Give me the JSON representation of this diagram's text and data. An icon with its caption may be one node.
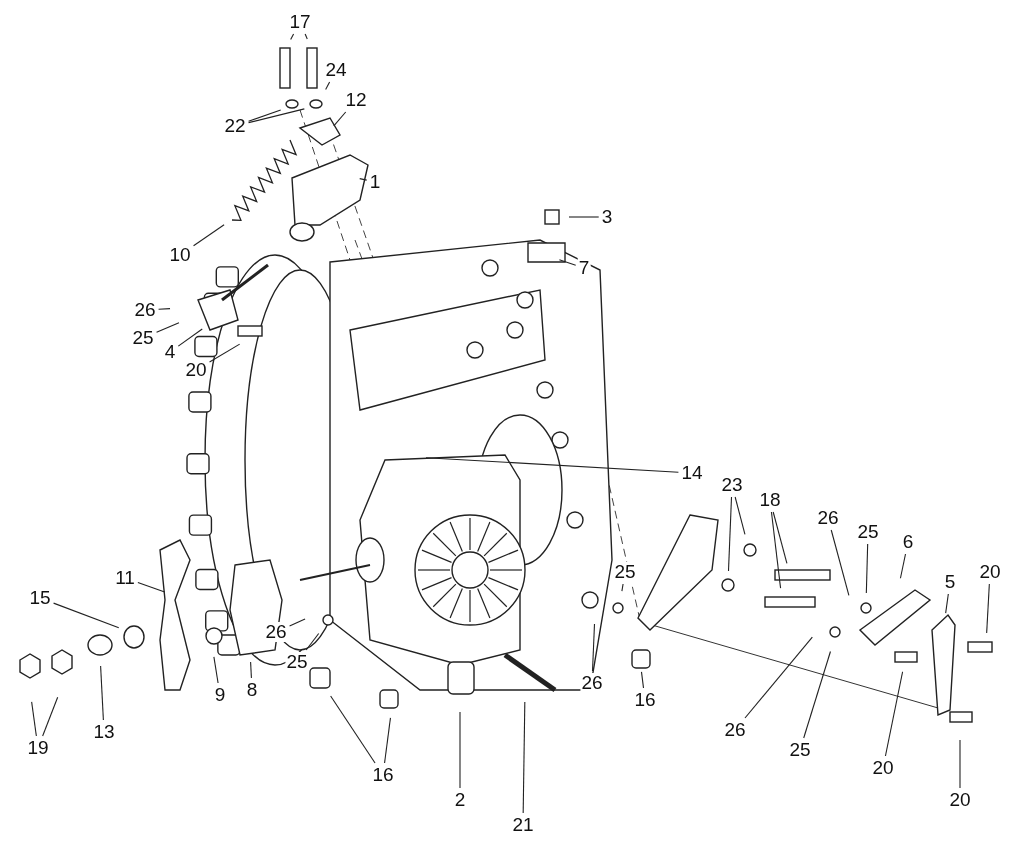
{
  "diagram": {
    "nodes": [
      {
        "text": [
          "17"
        ]
      },
      {
        "text": [
          "24"
        ]
      },
      {
        "text": [
          "12"
        ]
      },
      {
        "text": [
          "22"
        ]
      },
      {
        "text": [
          "1"
        ]
      },
      {
        "text": [
          "3"
        ]
      },
      {
        "text": [
          "10"
        ]
      },
      {
        "text": [
          "7"
        ]
      },
      {
        "text": [
          "26"
        ]
      },
      {
        "text": [
          "25"
        ]
      },
      {
        "text": [
          "4"
        ]
      },
      {
        "text": [
          "20"
        ]
      },
      {
        "text": [
          "14"
        ]
      },
      {
        "text": [
          "23"
        ]
      },
      {
        "text": [
          "18"
        ]
      },
      {
        "text": [
          "26"
        ]
      },
      {
        "text": [
          "25"
        ]
      },
      {
        "text": [
          "6"
        ]
      },
      {
        "text": [
          "20"
        ]
      },
      {
        "text": [
          "25"
        ]
      },
      {
        "text": [
          "11"
        ]
      },
      {
        "text": [
          "5"
        ]
      },
      {
        "text": [
          "15"
        ]
      },
      {
        "text": [
          "26"
        ]
      },
      {
        "text": [
          "25"
        ]
      },
      {
        "text": [
          "26"
        ]
      },
      {
        "text": [
          "9"
        ]
      },
      {
        "text": [
          "8"
        ]
      },
      {
        "text": [
          "16"
        ]
      },
      {
        "text": [
          "13"
        ]
      },
      {
        "text": [
          "26"
        ]
      },
      {
        "text": [
          "19"
        ]
      },
      {
        "text": [
          "25"
        ]
      },
      {
        "text": [
          "20"
        ]
      },
      {
        "text": [
          "16"
        ]
      },
      {
        "text": [
          "2"
        ]
      },
      {
        "text": [
          "20"
        ]
      },
      {
        "text": [
          "21"
        ]
      }
    ],
    "edges": [
      {
        "from": 0,
        "to": null,
        "arrow": "none"
      },
      {
        "from": 0,
        "to": null,
        "arrow": "none"
      },
      {
        "from": 1,
        "to": null,
        "arrow": "none"
      },
      {
        "from": 2,
        "to": null,
        "arrow": "none"
      },
      {
        "from": 3,
        "to": null,
        "arrow": "none"
      },
      {
        "from": 3,
        "to": null,
        "arrow": "none"
      },
      {
        "from": 4,
        "to": null,
        "arrow": "none"
      },
      {
        "from": 5,
        "to": null,
        "arrow": "none"
      },
      {
        "from": 6,
        "to": null,
        "arrow": "none"
      },
      {
        "from": 7,
        "to": null,
        "arrow": "none"
      },
      {
        "from": 8,
        "to": null,
        "arrow": "none"
      },
      {
        "from": 9,
        "to": null,
        "arrow": "none"
      },
      {
        "from": 10,
        "to": null,
        "arrow": "none"
      },
      {
        "from": 11,
        "to": null,
        "arrow": "none"
      },
      {
        "from": 12,
        "to": null,
        "arrow": "none"
      },
      {
        "from": 13,
        "to": null,
        "arrow": "none"
      },
      {
        "from": 13,
        "to": null,
        "arrow": "none"
      },
      {
        "from": 14,
        "to": null,
        "arrow": "none"
      },
      {
        "from": 14,
        "to": null,
        "arrow": "none"
      },
      {
        "from": 15,
        "to": null,
        "arrow": "none"
      },
      {
        "from": 16,
        "to": null,
        "arrow": "none"
      },
      {
        "from": 17,
        "to": null,
        "arrow": "none"
      },
      {
        "from": 18,
        "to": null,
        "arrow": "none"
      },
      {
        "from": 19,
        "to": null,
        "arrow": "none"
      },
      {
        "from": 20,
        "to": null,
        "arrow": "none"
      },
      {
        "from": 21,
        "to": null,
        "arrow": "none"
      },
      {
        "from": 22,
        "to": null,
        "arrow": "none"
      },
      {
        "from": 23,
        "to": null,
        "arrow": "none"
      },
      {
        "from": 24,
        "to": null,
        "arrow": "none"
      },
      {
        "from": 25,
        "to": null,
        "arrow": "none"
      },
      {
        "from": 26,
        "to": null,
        "arrow": "none"
      },
      {
        "from": 27,
        "to": null,
        "arrow": "none"
      },
      {
        "from": 28,
        "to": null,
        "arrow": "none"
      },
      {
        "from": 29,
        "to": null,
        "arrow": "none"
      },
      {
        "from": 30,
        "to": null,
        "arrow": "none"
      },
      {
        "from": 31,
        "to": null,
        "arrow": "none"
      },
      {
        "from": 31,
        "to": null,
        "arrow": "none"
      },
      {
        "from": 32,
        "to": null,
        "arrow": "none"
      },
      {
        "from": 33,
        "to": null,
        "arrow": "none"
      },
      {
        "from": 34,
        "to": null,
        "arrow": "none"
      },
      {
        "from": 34,
        "to": null,
        "arrow": "none"
      },
      {
        "from": 35,
        "to": null,
        "arrow": "none"
      },
      {
        "from": 36,
        "to": null,
        "arrow": "none"
      },
      {
        "from": 37,
        "to": null,
        "arrow": "none"
      }
    ]
  }
}
